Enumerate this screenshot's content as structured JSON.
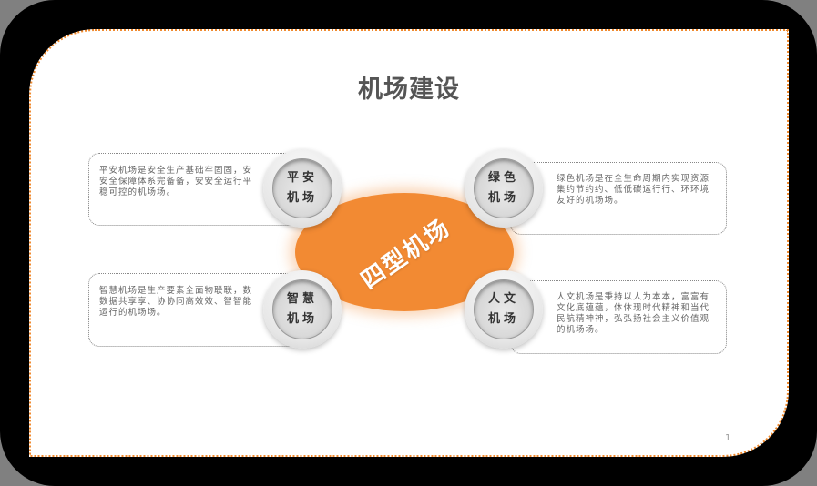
{
  "slide": {
    "title": "机场建设",
    "page_number": "1",
    "center": {
      "label": "四型机场",
      "color": "#f28a33"
    },
    "border_color": "#f08a2e",
    "items": [
      {
        "line1": "平安",
        "line2": "机场",
        "description": "平安机场是安全生产基础牢固固，安安全保障体系完备备，安安全运行平稳可控的机场场。"
      },
      {
        "line1": "绿色",
        "line2": "机场",
        "description": "绿色机场是在全生命周期内实现资源集约节约约、低低碳运行行、环环境友好的机场场。"
      },
      {
        "line1": "智慧",
        "line2": "机场",
        "description": "智慧机场是生产要素全面物联联，数数据共享享、协协同高效效、智智能运行的机场场。"
      },
      {
        "line1": "人文",
        "line2": "机场",
        "description": "人文机场是秉持以人为本本，富富有文化底蕴蕴，体体现时代精神和当代民航精神神，弘弘扬社会主义价值观的机场场。"
      }
    ]
  }
}
